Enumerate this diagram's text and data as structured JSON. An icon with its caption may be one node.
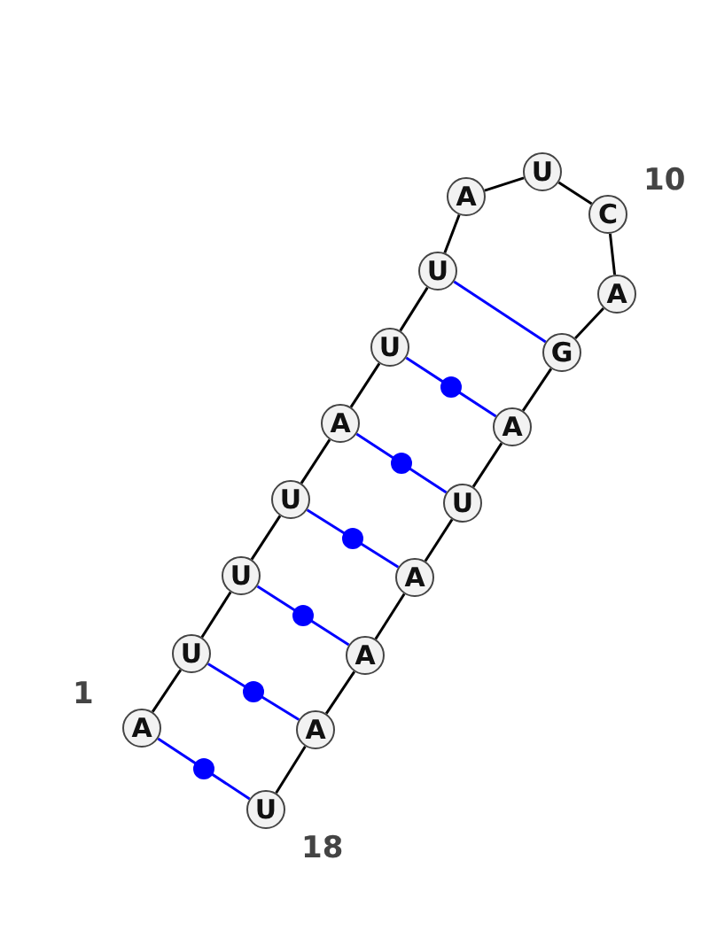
{
  "diagram": {
    "nodes": [
      {
        "text": [
          "A"
        ],
        "beside": [
          "1"
        ]
      },
      {
        "text": [
          "U"
        ]
      },
      {
        "text": [
          "U"
        ]
      },
      {
        "text": [
          "U"
        ]
      },
      {
        "text": [
          "A"
        ]
      },
      {
        "text": [
          "U"
        ]
      },
      {
        "text": [
          "U"
        ]
      },
      {
        "text": [
          "A"
        ]
      },
      {
        "text": [
          "U"
        ]
      },
      {
        "text": [
          "C"
        ],
        "beside": [
          "10"
        ]
      },
      {
        "text": [
          "A"
        ]
      },
      {
        "text": [
          "G"
        ]
      },
      {
        "text": [
          "A"
        ]
      },
      {
        "text": [
          "U"
        ]
      },
      {
        "text": [
          "A"
        ]
      },
      {
        "text": [
          "A"
        ]
      },
      {
        "text": [
          "A"
        ]
      },
      {
        "text": [
          "U"
        ],
        "beside": [
          "18"
        ]
      }
    ],
    "edges": [
      {
        "from": 0,
        "to": 1,
        "arrow": "none"
      },
      {
        "from": 1,
        "to": 2,
        "arrow": "none"
      },
      {
        "from": 2,
        "to": 3,
        "arrow": "none"
      },
      {
        "from": 3,
        "to": 4,
        "arrow": "none"
      },
      {
        "from": 4,
        "to": 5,
        "arrow": "none"
      },
      {
        "from": 5,
        "to": 6,
        "arrow": "none"
      },
      {
        "from": 6,
        "to": 7,
        "arrow": "none"
      },
      {
        "from": 7,
        "to": 8,
        "arrow": "none"
      },
      {
        "from": 8,
        "to": 9,
        "arrow": "none"
      },
      {
        "from": 9,
        "to": 10,
        "arrow": "none"
      },
      {
        "from": 10,
        "to": 11,
        "arrow": "none"
      },
      {
        "from": 11,
        "to": 12,
        "arrow": "none"
      },
      {
        "from": 12,
        "to": 13,
        "arrow": "none"
      },
      {
        "from": 13,
        "to": 14,
        "arrow": "none"
      },
      {
        "from": 14,
        "to": 15,
        "arrow": "none"
      },
      {
        "from": 15,
        "to": 16,
        "arrow": "none"
      },
      {
        "from": 16,
        "to": 17,
        "arrow": "none"
      },
      {
        "from": 0,
        "to": 17,
        "arrow": "none",
        "color": "#0000ff"
      },
      {
        "from": 1,
        "to": 16,
        "arrow": "none",
        "color": "#0000ff"
      },
      {
        "from": 2,
        "to": 15,
        "arrow": "none",
        "color": "#0000ff"
      },
      {
        "from": 3,
        "to": 14,
        "arrow": "none",
        "color": "#0000ff"
      },
      {
        "from": 4,
        "to": 13,
        "arrow": "none",
        "color": "#0000ff"
      },
      {
        "from": 5,
        "to": 12,
        "arrow": "none",
        "color": "#0000ff"
      },
      {
        "from": 6,
        "to": 11,
        "arrow": "none",
        "color": "#0000ff"
      }
    ]
  }
}
